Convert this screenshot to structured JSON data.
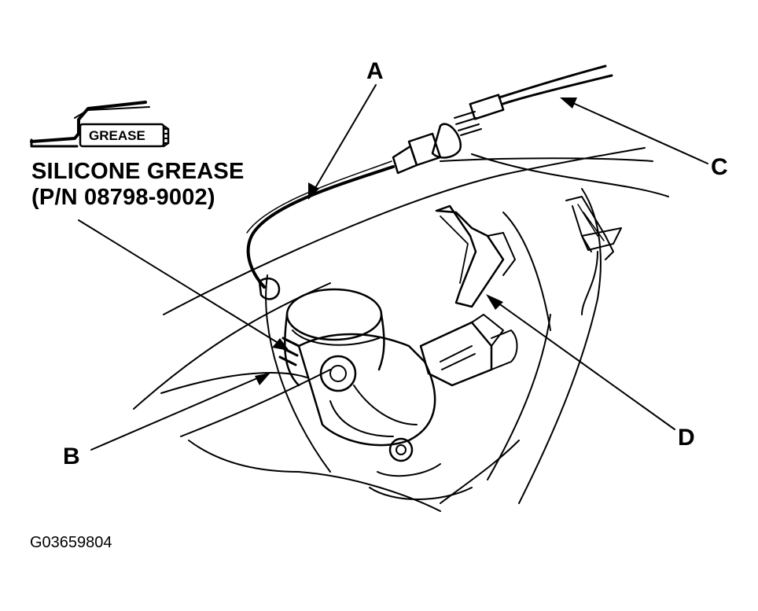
{
  "grease": {
    "tube_label": "GREASE",
    "name": "SILICONE GREASE",
    "part_number": "(P/N 08798-9002)"
  },
  "callouts": {
    "a": "A",
    "b": "B",
    "c": "C",
    "d": "D"
  },
  "figure_id": "G03659804",
  "colors": {
    "line": "#000000",
    "background": "#ffffff"
  }
}
